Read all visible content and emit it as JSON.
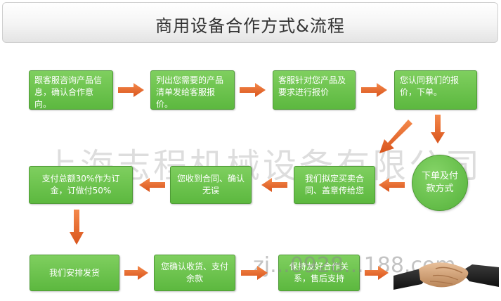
{
  "title": "商用设备合作方式&流程",
  "steps": {
    "s1": "跟客服咨询产品信息，确认合作意向。",
    "s2": "列出您需要的产品清单发给客服报价。",
    "s3": "客服针对您产品及要求进行报价",
    "s4": "您认同我们的报价，下单。",
    "s5": "下单及付款方式",
    "s6": "我们拟定买卖合同、盖章传给您",
    "s7": "您收到合同、确认无误",
    "s8": "支付总额30%作为订金，订做付50%",
    "s9": "我们安排发货",
    "s10": "您确认收货、支付余款",
    "s11": "保持友好合作关系，售后支持"
  },
  "watermark": "上海志程机械设备有限公司",
  "watermark_url": "zj...0928...188.com",
  "colors": {
    "box": "#5cb83f",
    "arrow": "#e8662a"
  }
}
